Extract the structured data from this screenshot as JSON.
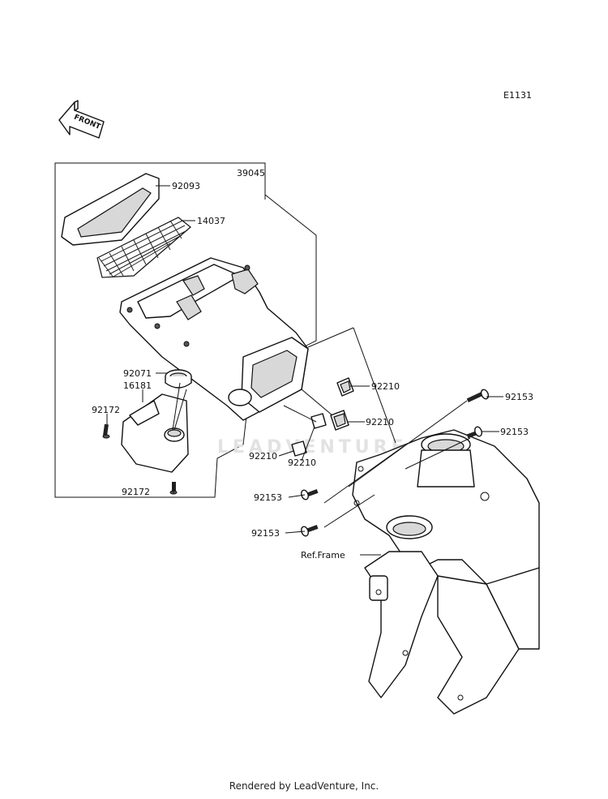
{
  "diagram_code": "E1131",
  "front_arrow": {
    "label": "FRONT"
  },
  "watermark": "LEADVENTURE",
  "callouts": {
    "p39045": "39045",
    "p92093": "92093",
    "p14037": "14037",
    "p92071": "92071",
    "p16181": "16181",
    "p92172a": "92172",
    "p92172b": "92172",
    "p92210a": "92210",
    "p92210b": "92210",
    "p92210c": "92210",
    "p92210d": "92210",
    "p92153a": "92153",
    "p92153b": "92153",
    "p92153c": "92153",
    "p92153d": "92153",
    "ref_frame": "Ref.Frame"
  },
  "footer": "Rendered by LeadVenture, Inc."
}
